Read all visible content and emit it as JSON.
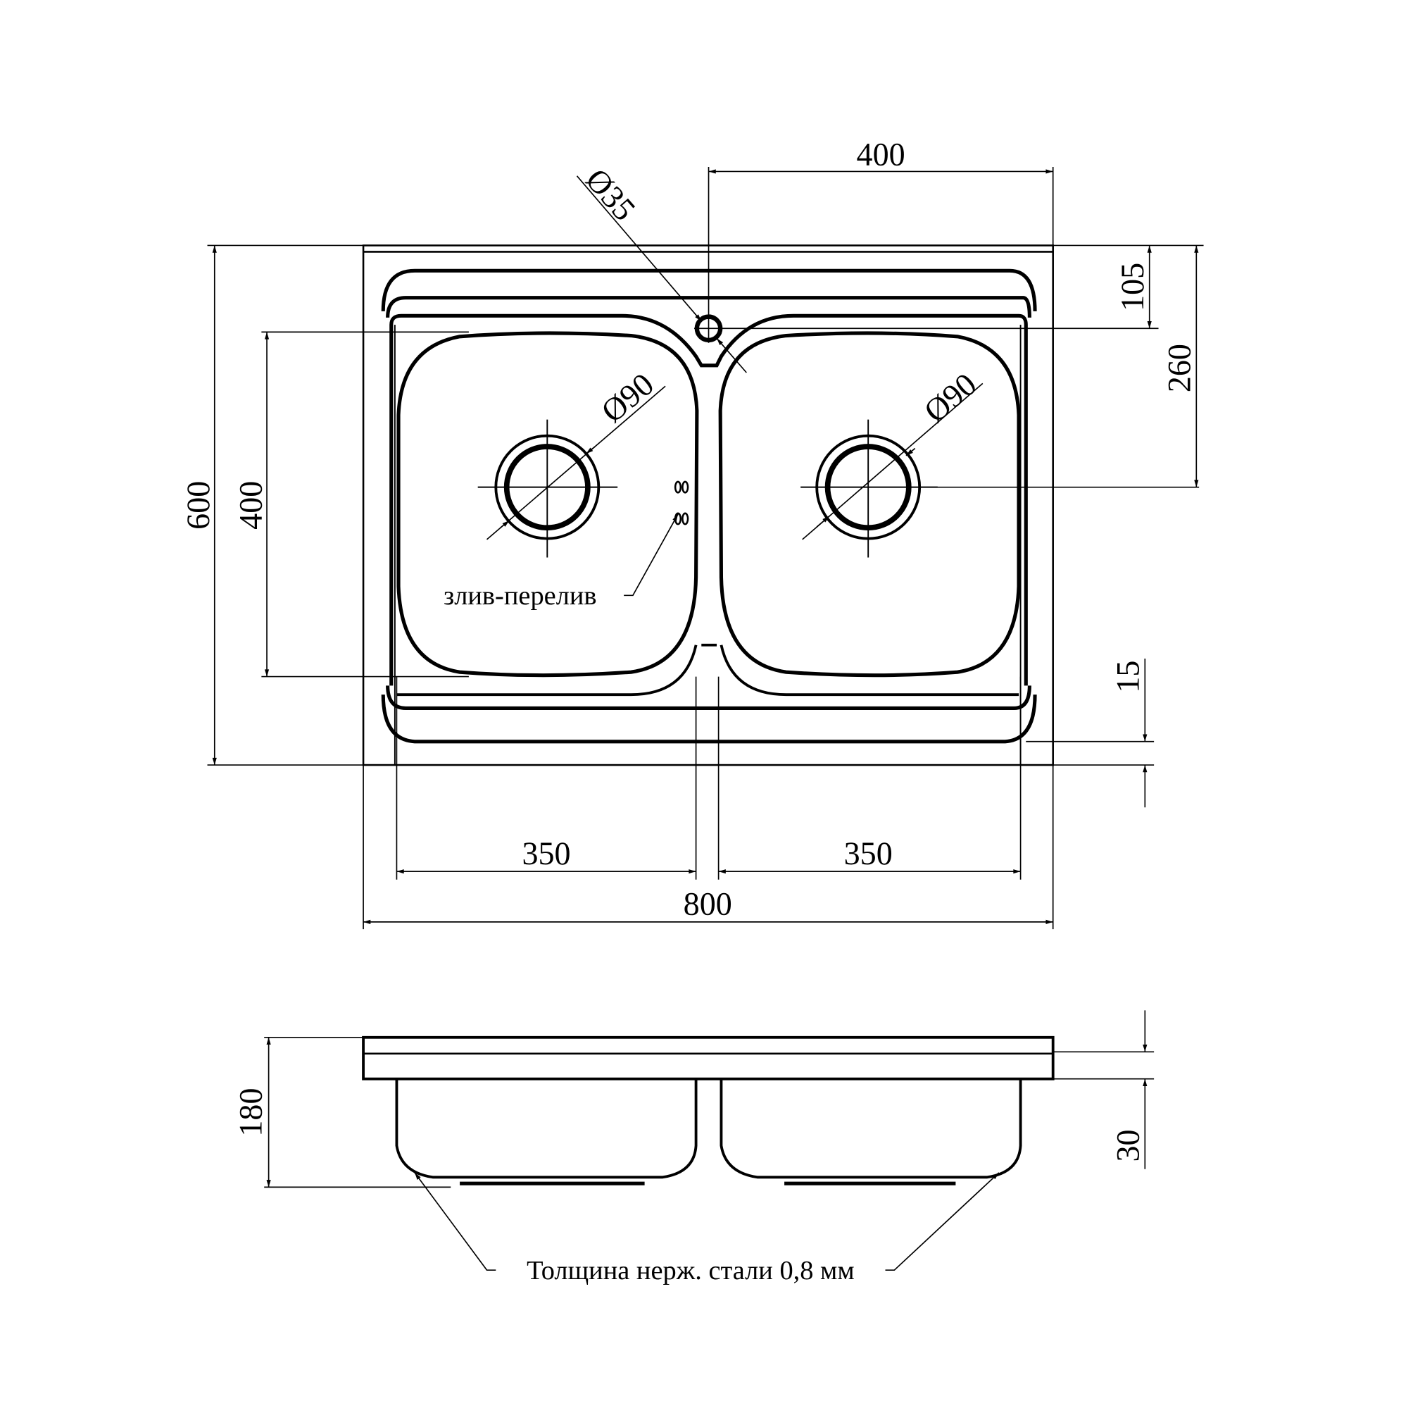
{
  "dimensions": {
    "tap_offset": "400",
    "tap_hole_diameter": "Ø35",
    "tap_from_top": "105",
    "drain_from_top": "260",
    "drain_left_diameter": "Ø90",
    "drain_right_diameter": "Ø90",
    "total_depth": "600",
    "bowl_depth": "400",
    "bottom_edge": "15",
    "bowl_left_width": "350",
    "bowl_right_width": "350",
    "total_width": "800",
    "height": "180",
    "rim_height": "30"
  },
  "labels": {
    "overflow": "злив-перелив",
    "thickness": "Толщина нерж. стали 0,8 мм"
  }
}
